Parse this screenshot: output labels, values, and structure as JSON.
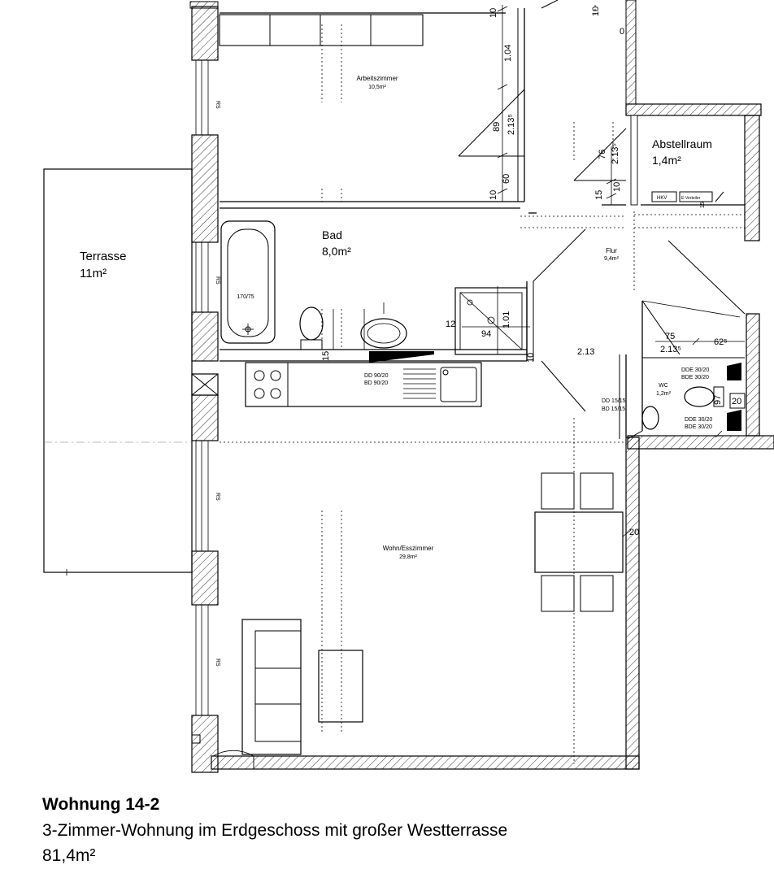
{
  "rooms": {
    "arbeitszimmer": {
      "name": "Arbeitszimmer",
      "area": "10,5m²"
    },
    "bad": {
      "name": "Bad",
      "area": "8,0m²"
    },
    "abstellraum": {
      "name": "Abstellraum",
      "area": "1,4m²"
    },
    "flur": {
      "name": "Flur",
      "area": "9,4m²"
    },
    "terrasse": {
      "name": "Terrasse",
      "area": "11m²"
    },
    "wc": {
      "name": "WC",
      "area": "1,2m²"
    },
    "wohnen": {
      "name": "Wohn/Esszimmer",
      "area": "29,8m²"
    }
  },
  "labels": {
    "rs": "RS",
    "bathtub": "170/75",
    "dd_bd_kitchen": [
      "DD 90/20",
      "BD 90/20"
    ],
    "dd_bd_flur": [
      "DD 15/15",
      "BD 15/15"
    ],
    "dde_bde_top": [
      "DDE 30/20",
      "BDE 30/20"
    ],
    "dde_bde_bottom": [
      "DDE 30/20",
      "BDE 30/20"
    ],
    "hkv": "HKV",
    "e_verteiler": "E-Verteiler"
  },
  "dimensions": {
    "d10_top": "10",
    "d104": "1.04",
    "d89": "89",
    "d213_a": "2.13⁵",
    "d60": "60",
    "d10_mid": "10",
    "d10_right": "10",
    "d0": "0",
    "d76": "76",
    "d213_b": "2.13⁵",
    "d15_a": "15",
    "d10_b": "10",
    "d12": "12",
    "d94": "94",
    "d101": "1.01",
    "d15_b": "15",
    "d10_c": "10",
    "d213_c": "2.13",
    "d75": "75",
    "d213_d": "2.13⁵",
    "d625": "62⁵",
    "d97": "97",
    "d20_a": "20",
    "d20_b": "20",
    "d15_c": "15"
  },
  "caption": {
    "title": "Wohnung 14-2",
    "subtitle": "3-Zimmer-Wohnung im Erdgeschoss mit großer Westterrasse",
    "area": "81,4m²"
  }
}
